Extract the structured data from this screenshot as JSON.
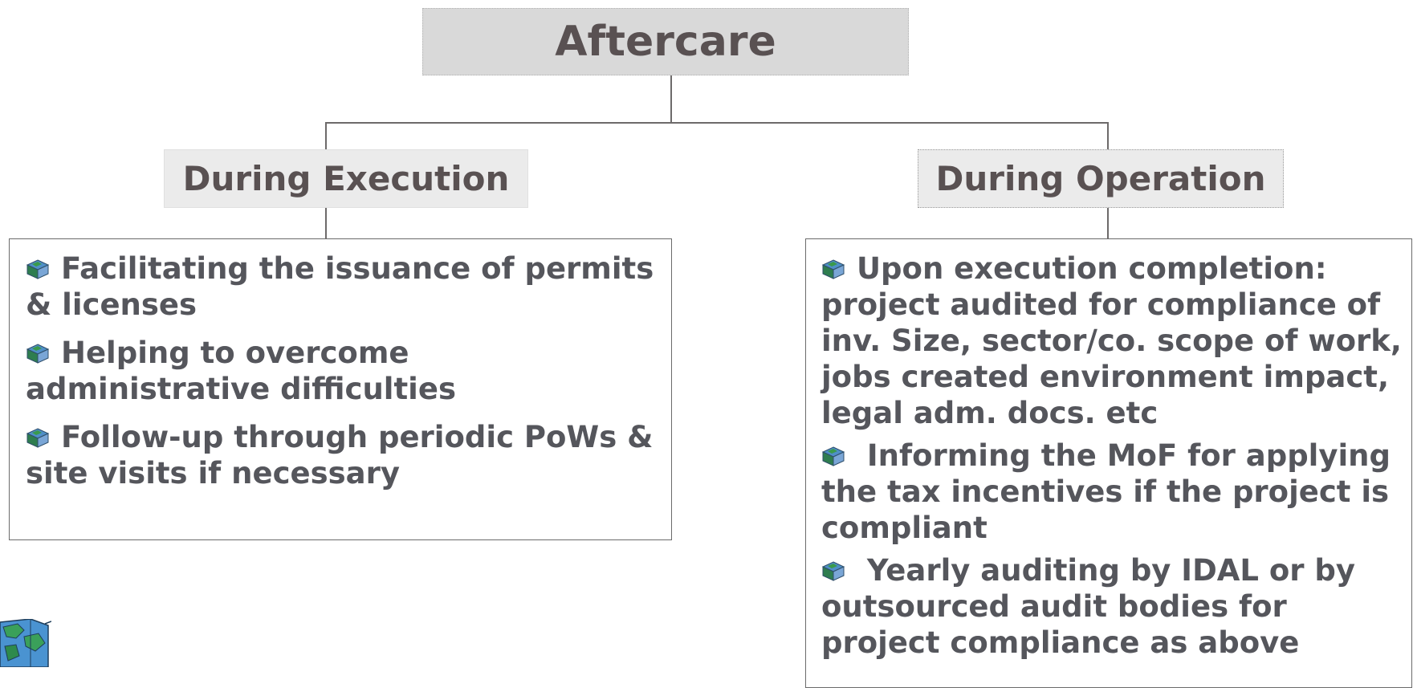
{
  "diagram": {
    "root": {
      "title": "Aftercare"
    },
    "branches": [
      {
        "heading": "During Execution",
        "items": [
          "Facilitating the issuance of permits & licenses",
          "Helping to overcome administrative difficulties",
          "Follow-up through periodic PoWs & site visits if necessary"
        ]
      },
      {
        "heading": "During Operation",
        "items": [
          "Upon execution completion: project audited for compliance of inv. Size, sector/co. scope of work, jobs created environment impact, legal adm. docs. etc",
          " Informing the MoF for applying the tax incentives if the project is compliant",
          " Yearly auditing by IDAL or by outsourced audit bodies for project compliance as above"
        ]
      }
    ]
  },
  "icons": {
    "bullet": "cube-bullet-icon",
    "corner": "globe-map-icon"
  },
  "colors": {
    "text": "#55565c",
    "title_text": "#595152",
    "root_fill": "#d9d9d9",
    "heading_fill": "#ebebeb",
    "connector": "#6d6a6a",
    "panel_border": "#6b6b6b"
  }
}
